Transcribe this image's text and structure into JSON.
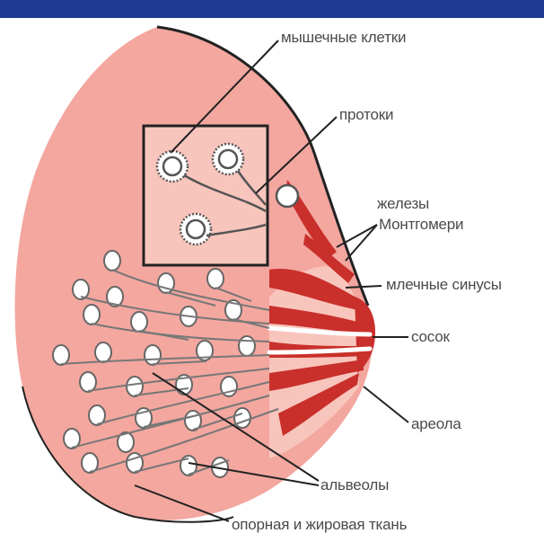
{
  "header": {
    "bar_color": "#1f3a93"
  },
  "colors": {
    "tissue": "#f3a79f",
    "tissue_light": "#f8c5bd",
    "duct": "#c9302b",
    "outline": "#333333",
    "label_text": "#4a4a4a"
  },
  "labels": {
    "muscle_cells": "мышечные клетки",
    "ducts": "протоки",
    "glands_line1": "железы",
    "glands_line2": "Монтгомери",
    "milk_sinuses": "млечные синусы",
    "nipple": "сосок",
    "areola": "ареола",
    "alveoli": "альвеолы",
    "support_tissue": "опорная и жировая ткань"
  }
}
